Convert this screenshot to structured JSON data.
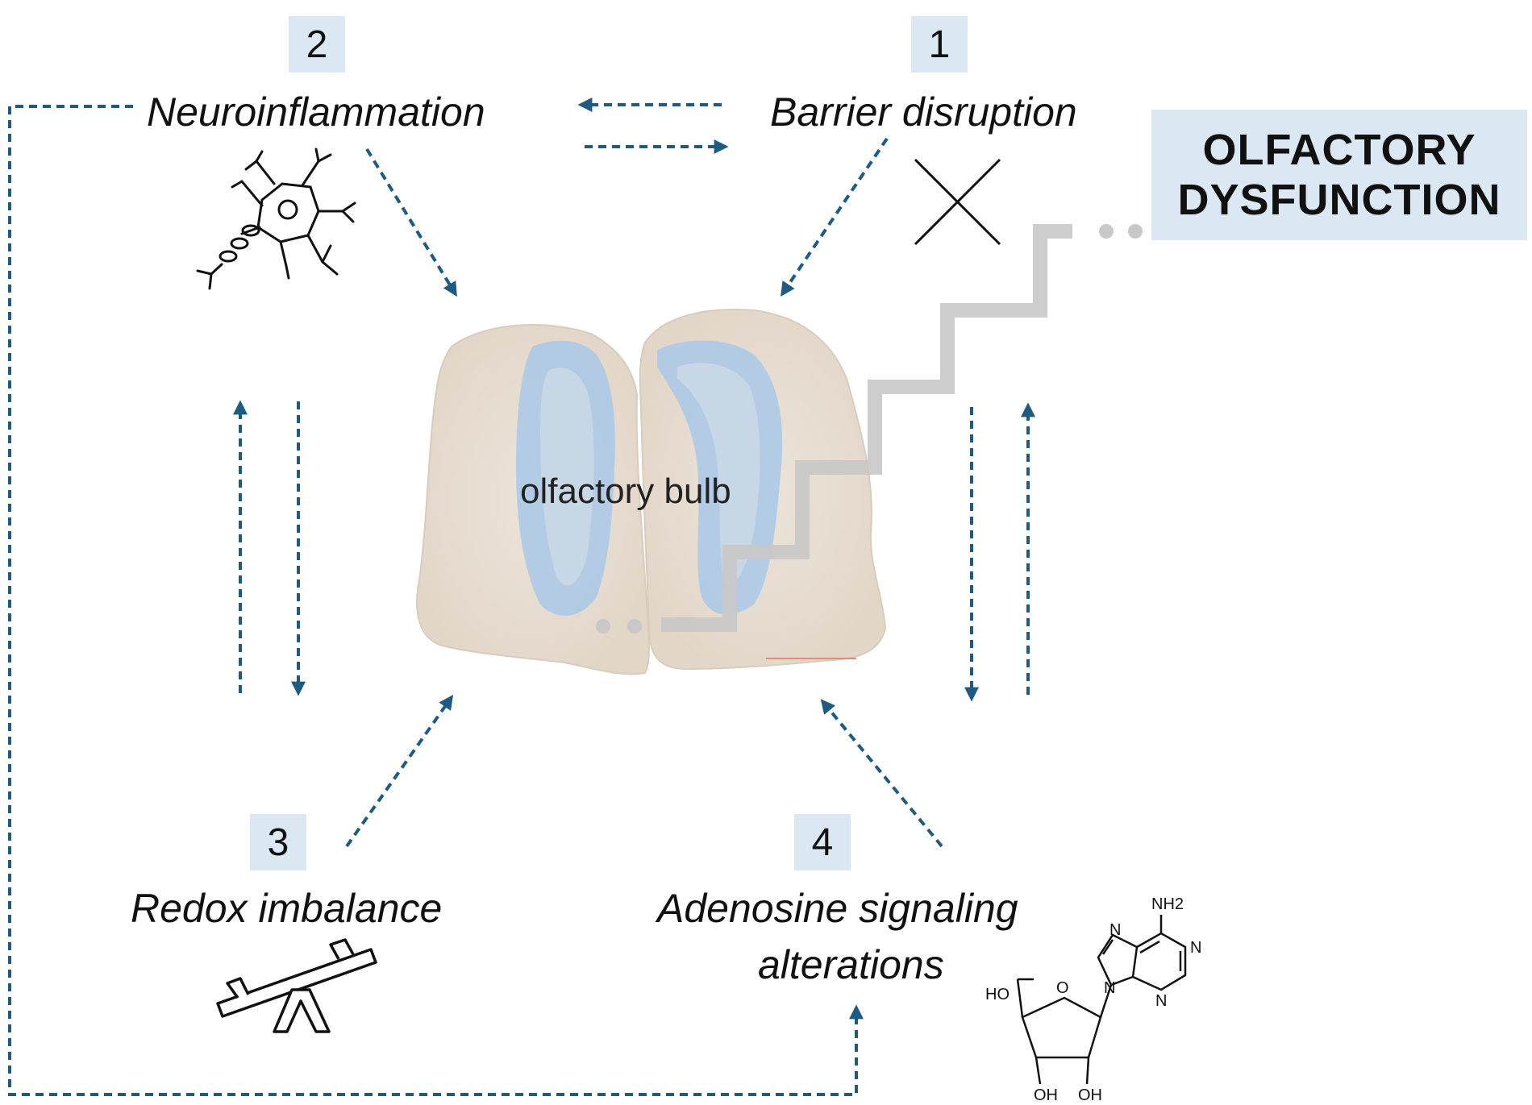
{
  "factors": [
    {
      "number": "1",
      "label": "Barrier disruption"
    },
    {
      "number": "2",
      "label": "Neuroinflammation"
    },
    {
      "number": "3",
      "label": "Redox imbalance"
    },
    {
      "number": "4",
      "label_line1": "Adenosine signaling",
      "label_line2": "alterations"
    }
  ],
  "center": {
    "label": "olfactory bulb"
  },
  "outcome": {
    "line1": "OLFACTORY",
    "line2": "DYSFUNCTION"
  },
  "molecule": {
    "atoms": [
      "NH2",
      "N",
      "N",
      "N",
      "N",
      "HO",
      "O",
      "OH",
      "OH"
    ]
  },
  "colors": {
    "arrow": "#1f5a80",
    "label_box": "#dbe7f3",
    "staircase": "#c8c8c8",
    "tissue_stain": "#9cc0e4",
    "tissue_base": "#e7ddd2"
  },
  "icons": [
    "neuron-icon",
    "cross-icon",
    "seesaw-icon",
    "adenosine-structure-icon"
  ]
}
